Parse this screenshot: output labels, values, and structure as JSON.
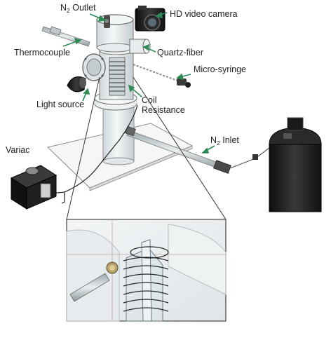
{
  "diagram": {
    "labels": {
      "n2_outlet_prefix": "N",
      "n2_outlet_sub": "2",
      "n2_outlet_suffix": " Outlet",
      "hd_camera": "HD video camera",
      "thermocouple": "Thermocouple",
      "quartz_fiber": "Quartz-fiber",
      "micro_syringe": "Micro-syringe",
      "light_source": "Light source",
      "coil_line1": "Coil",
      "coil_line2": "Resistance",
      "variac": "Variac",
      "n2_inlet_prefix": "N",
      "n2_inlet_sub": "2",
      "n2_inlet_suffix": " Inlet"
    },
    "colors": {
      "arrow": "#2e8b57",
      "outline": "#6b6b6b",
      "body_dark": "#1c1c1c",
      "glass": "#e6ecef"
    }
  }
}
